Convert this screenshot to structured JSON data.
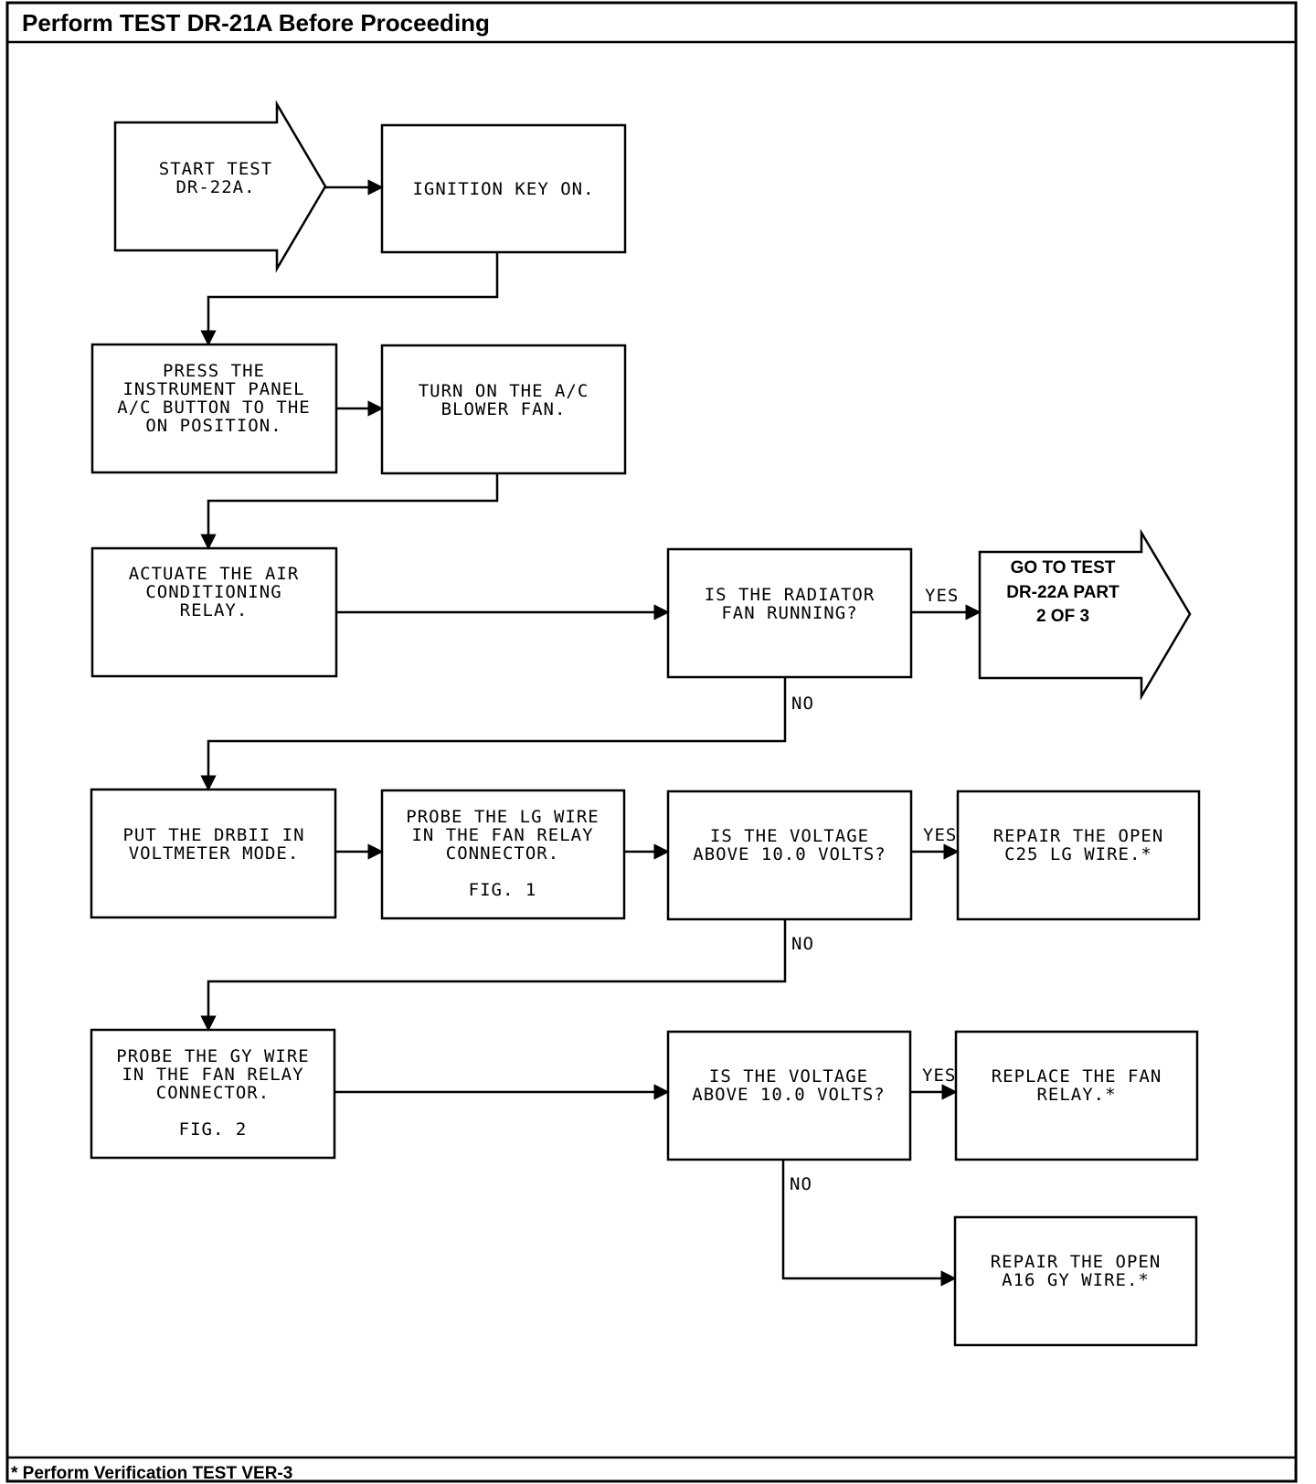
{
  "header": {
    "title": "Perform TEST DR-21A Before Proceeding"
  },
  "footer": {
    "note": "* Perform Verification TEST VER-3"
  },
  "nodes": {
    "start": [
      "START TEST",
      "DR-22A."
    ],
    "ignition": [
      "IGNITION KEY ON."
    ],
    "press_ac": [
      "PRESS THE",
      "INSTRUMENT PANEL",
      "A/C BUTTON TO THE",
      "ON POSITION."
    ],
    "blower": [
      "TURN ON THE A/C",
      "BLOWER FAN."
    ],
    "actuate": [
      "ACTUATE THE AIR",
      "CONDITIONING",
      "RELAY."
    ],
    "radiator": [
      "IS THE RADIATOR",
      "FAN RUNNING?"
    ],
    "goto": [
      "GO TO TEST",
      "DR-22A PART",
      "2 OF 3"
    ],
    "drbii": [
      "PUT THE DRBII IN",
      "VOLTMETER MODE."
    ],
    "probe_lg": [
      "PROBE THE LG WIRE",
      "IN THE FAN RELAY",
      "CONNECTOR.",
      "",
      "FIG. 1"
    ],
    "voltage1": [
      "IS THE VOLTAGE",
      "ABOVE 10.0 VOLTS?"
    ],
    "repair_lg": [
      "REPAIR THE OPEN",
      "C25 LG WIRE.*"
    ],
    "probe_gy": [
      "PROBE THE GY WIRE",
      "IN THE FAN RELAY",
      "CONNECTOR.",
      "",
      "FIG. 2"
    ],
    "voltage2": [
      "IS THE VOLTAGE",
      "ABOVE 10.0 VOLTS?"
    ],
    "replace": [
      "REPLACE THE FAN",
      "RELAY.*"
    ],
    "repair_gy": [
      "REPAIR THE OPEN",
      "A16 GY WIRE.*"
    ]
  },
  "labels": {
    "yes": "YES",
    "no": "NO"
  }
}
